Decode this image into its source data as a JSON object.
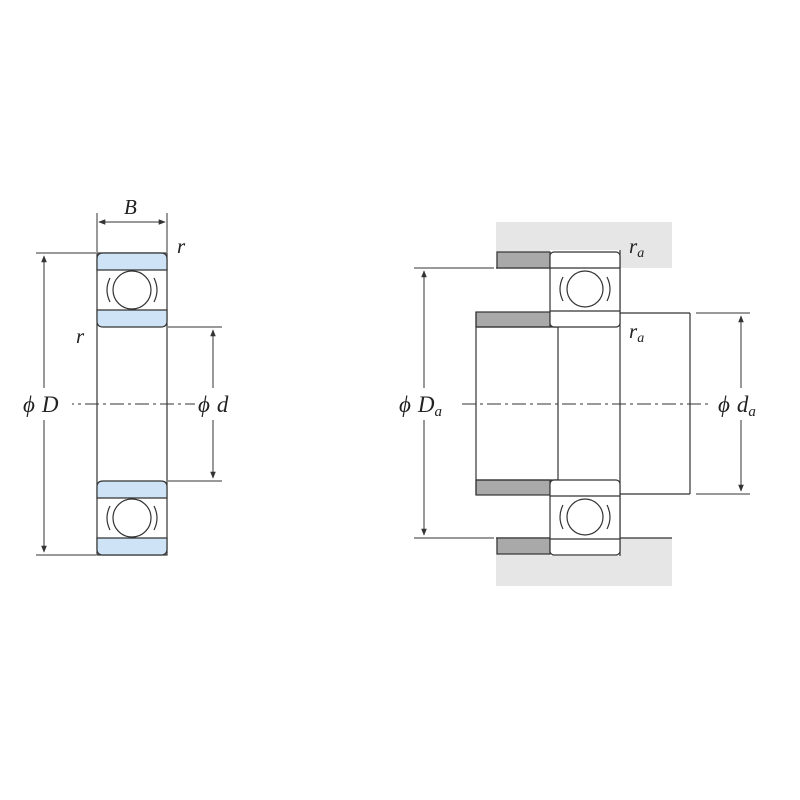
{
  "left_view": {
    "width_label": "B",
    "chamfer_top_label": "r",
    "chamfer_side_label": "r",
    "outer_diameter": {
      "symbol": "ϕ",
      "letter": "D"
    },
    "bore_diameter": {
      "symbol": "ϕ",
      "letter": "d"
    }
  },
  "right_view": {
    "housing_fillet_label": {
      "letter": "r",
      "sub": "a"
    },
    "shaft_fillet_label": {
      "letter": "r",
      "sub": "a"
    },
    "housing_shoulder_diameter": {
      "symbol": "ϕ",
      "letter": "D",
      "sub": "a"
    },
    "shaft_shoulder_diameter": {
      "symbol": "ϕ",
      "letter": "d",
      "sub": "a"
    }
  },
  "colors": {
    "line": "#333333",
    "ring_fill": "#cfe3f6",
    "housing_fill": "#e6e6e6",
    "shoulder_fill": "#a9a9a9"
  }
}
